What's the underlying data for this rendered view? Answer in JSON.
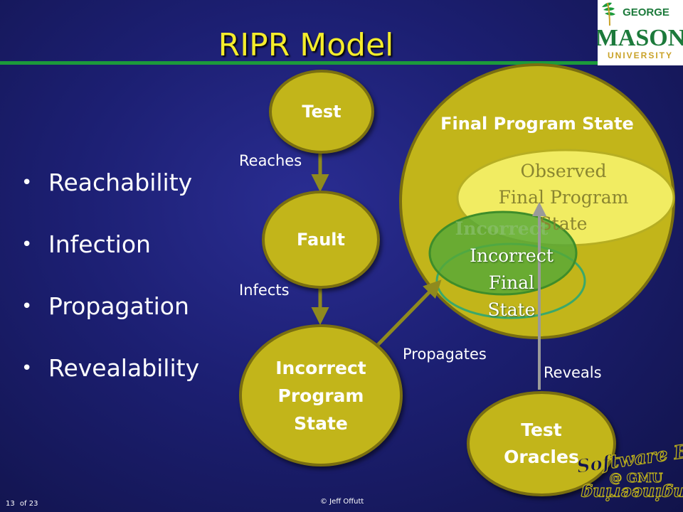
{
  "title": "RIPR Model",
  "logo": {
    "top_text": "GEORGE",
    "main_text": "MASON",
    "bottom_text": "UNIVERSITY"
  },
  "bullets": [
    "Reachability",
    "Infection",
    "Propagation",
    "Revealability"
  ],
  "nodes": {
    "test": "Test",
    "fault": "Fault",
    "incorrect_program_state": [
      "Incorrect",
      "Program",
      "State"
    ],
    "test_oracles": [
      "Test",
      "Oracles"
    ]
  },
  "edges": {
    "reaches": "Reaches",
    "infects": "Infects",
    "propagates": "Propagates",
    "reveals": "Reveals"
  },
  "final_state": {
    "title": "Final Program State",
    "observed": [
      "Observed",
      "Final Program",
      "State"
    ],
    "incorrect_final": [
      "Incorrect",
      "Final",
      "State"
    ],
    "ghost_back": "Incorrect"
  },
  "watermark": {
    "line1": "Software E",
    "line2": "@ GMU",
    "line3": "ngineering"
  },
  "footer": {
    "page": "13",
    "of": "of 23",
    "copyright": "© Jeff Offutt"
  },
  "colors": {
    "title": "#f4ec2c",
    "node_fill": "#c2b51a",
    "observed_fill": "#f1ec62",
    "incorrect_fill": "#55a838",
    "accent_green": "#1c9a3b"
  }
}
